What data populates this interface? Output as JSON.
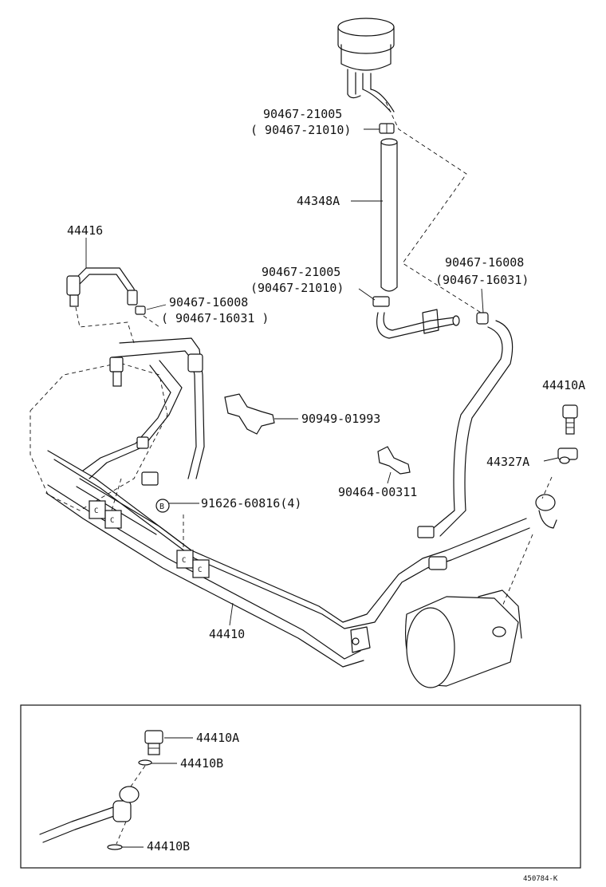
{
  "labels": {
    "clamp_upper": "90467-21005",
    "clamp_upper_alt": "( 90467-21010)",
    "hose_reservoir": "44348A",
    "tube_left": "44416",
    "clamp_mid": "90467-21005",
    "clamp_mid_alt": "(90467-21010)",
    "clamp_left": "90467-16008",
    "clamp_left_alt": "( 90467-16031 )",
    "clamp_right": "90467-16008",
    "clamp_right_alt": "(90467-16031)",
    "union_bolt": "44410A",
    "gasket": "44327A",
    "clamp_bracket": "90949-01993",
    "clip": "90464-00311",
    "bolt_ref": "91626-60816(4)",
    "bolt_ref_marker": "B",
    "main_tube": "44410",
    "clamp_marker": "C"
  },
  "inset": {
    "union_bolt": "44410A",
    "gasket_upper": "44410B",
    "gasket_lower": "44410B"
  },
  "diagram_code": "450784-K"
}
